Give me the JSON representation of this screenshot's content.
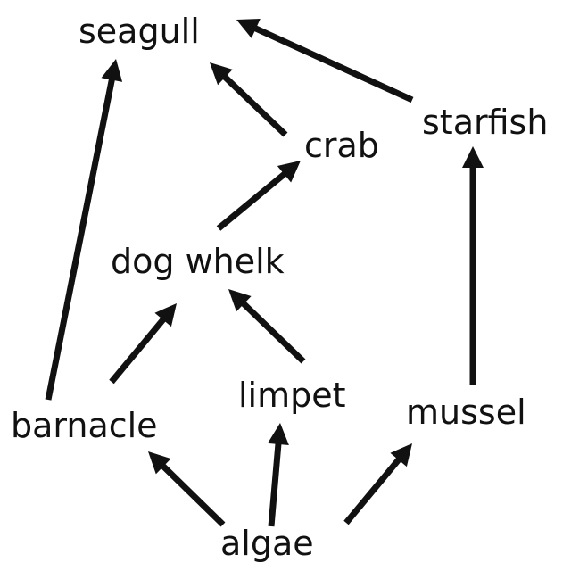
{
  "diagram": {
    "organisms": {
      "seagull": "seagull",
      "starfish": "starfish",
      "crab": "crab",
      "dog_whelk": "dog whelk",
      "limpet": "limpet",
      "barnacle": "barnacle",
      "mussel": "mussel",
      "algae": "algae"
    },
    "links": [
      {
        "from": "starfish",
        "to": "seagull"
      },
      {
        "from": "crab",
        "to": "seagull"
      },
      {
        "from": "barnacle",
        "to": "seagull"
      },
      {
        "from": "dog_whelk",
        "to": "crab"
      },
      {
        "from": "mussel",
        "to": "starfish"
      },
      {
        "from": "barnacle",
        "to": "dog_whelk"
      },
      {
        "from": "limpet",
        "to": "dog_whelk"
      },
      {
        "from": "algae",
        "to": "barnacle"
      },
      {
        "from": "algae",
        "to": "limpet"
      },
      {
        "from": "algae",
        "to": "mussel"
      }
    ],
    "colors": {
      "text": "#111111",
      "arrow": "#111111",
      "background": "#ffffff"
    }
  }
}
